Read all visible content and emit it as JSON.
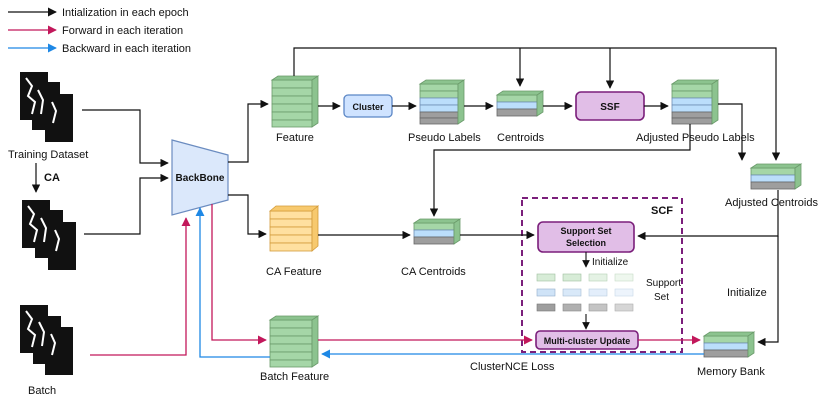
{
  "legend": [
    {
      "label": "Intialization in each epoch",
      "color": "#111111"
    },
    {
      "label": "Forward in each iteration",
      "color": "#c2185b"
    },
    {
      "label": "Backward in each iteration",
      "color": "#1e88e5"
    }
  ],
  "inputs": {
    "training_dataset": "Training Dataset",
    "ca": "CA",
    "batch": "Batch"
  },
  "nodes": {
    "backbone": "BackBone",
    "feature": "Feature",
    "cluster": "Cluster",
    "pseudo_labels": "Pseudo Labels",
    "centroids": "Centroids",
    "ssf": "SSF",
    "adjusted_pseudo_labels": "Adjusted Pseudo Labels",
    "adjusted_centroids": "Adjusted Centroids",
    "ca_feature": "CA Feature",
    "ca_centroids": "CA Centroids",
    "scf": "SCF",
    "support_set_selection_1": "Support Set",
    "support_set_selection_2": "Selection",
    "initialize_inner": "Initialize",
    "support_set_1": "Support",
    "support_set_2": "Set",
    "multi_cluster_update": "Multi-cluster Update",
    "initialize_outer": "Initialize",
    "memory_bank": "Memory Bank",
    "batch_feature": "Batch Feature",
    "cluster_nce_loss": "ClusterNCE Loss"
  },
  "colors": {
    "init": "#111111",
    "forward": "#c2185b",
    "backward": "#1e88e5",
    "green": "#a5d6a7",
    "green_edge": "#6a9a6a",
    "blue": "#bbdefb",
    "gray": "#9e9e9e",
    "orange": "#ffe0a0",
    "purple": "#e1bee7",
    "purple_edge": "#7b1f7b",
    "cluster_fill": "#cfe3ff",
    "backbone_fill": "#dbe8fb"
  }
}
